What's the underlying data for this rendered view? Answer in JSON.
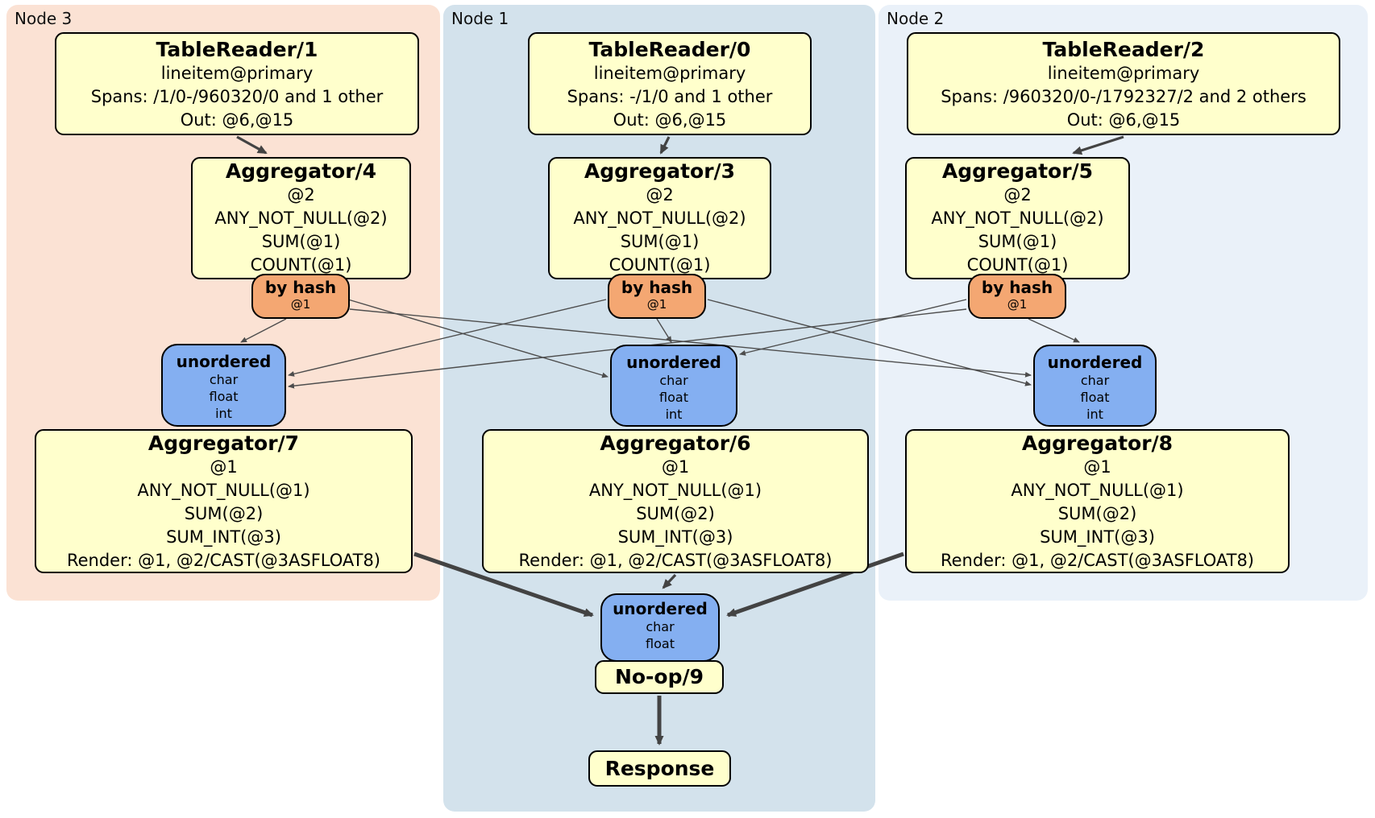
{
  "regions": {
    "node3": {
      "label": "Node 3"
    },
    "node1": {
      "label": "Node 1"
    },
    "node2": {
      "label": "Node 2"
    }
  },
  "colors": {
    "node3_bg": "#fbe2d4",
    "node1_bg": "#d3e2ec",
    "node2_bg": "#eaf1f9",
    "processor_bg": "#ffffcc",
    "router_bg": "#f4a772",
    "sync_bg": "#84aff1",
    "edge": "#434343"
  },
  "boxes": {
    "tr1": {
      "title": "TableReader/1",
      "lines": [
        "lineitem@primary",
        "Spans: /1/0-/960320/0 and 1 other",
        "Out: @6,@15"
      ]
    },
    "tr0": {
      "title": "TableReader/0",
      "lines": [
        "lineitem@primary",
        "Spans: -/1/0 and 1 other",
        "Out: @6,@15"
      ]
    },
    "tr2": {
      "title": "TableReader/2",
      "lines": [
        "lineitem@primary",
        "Spans: /960320/0-/1792327/2 and 2 others",
        "Out: @6,@15"
      ]
    },
    "agg4": {
      "title": "Aggregator/4",
      "lines": [
        "@2",
        "ANY_NOT_NULL(@2)",
        "SUM(@1)",
        "COUNT(@1)"
      ]
    },
    "agg3": {
      "title": "Aggregator/3",
      "lines": [
        "@2",
        "ANY_NOT_NULL(@2)",
        "SUM(@1)",
        "COUNT(@1)"
      ]
    },
    "agg5": {
      "title": "Aggregator/5",
      "lines": [
        "@2",
        "ANY_NOT_NULL(@2)",
        "SUM(@1)",
        "COUNT(@1)"
      ]
    },
    "agg7": {
      "title": "Aggregator/7",
      "lines": [
        "@1",
        "ANY_NOT_NULL(@1)",
        "SUM(@2)",
        "SUM_INT(@3)",
        "Render: @1, @2/CAST(@3ASFLOAT8)"
      ]
    },
    "agg6": {
      "title": "Aggregator/6",
      "lines": [
        "@1",
        "ANY_NOT_NULL(@1)",
        "SUM(@2)",
        "SUM_INT(@3)",
        "Render: @1, @2/CAST(@3ASFLOAT8)"
      ]
    },
    "agg8": {
      "title": "Aggregator/8",
      "lines": [
        "@1",
        "ANY_NOT_NULL(@1)",
        "SUM(@2)",
        "SUM_INT(@3)",
        "Render: @1, @2/CAST(@3ASFLOAT8)"
      ]
    },
    "noop": {
      "title": "No-op/9"
    },
    "response": {
      "title": "Response"
    }
  },
  "routers": {
    "r3": {
      "title": "by hash",
      "detail": "@1"
    },
    "r1": {
      "title": "by hash",
      "detail": "@1"
    },
    "r2": {
      "title": "by hash",
      "detail": "@1"
    }
  },
  "syncs": {
    "u3": {
      "title": "unordered",
      "types": [
        "char",
        "float",
        "int"
      ]
    },
    "u1": {
      "title": "unordered",
      "types": [
        "char",
        "float",
        "int"
      ]
    },
    "u2": {
      "title": "unordered",
      "types": [
        "char",
        "float",
        "int"
      ]
    },
    "ub": {
      "title": "unordered",
      "types": [
        "char",
        "float"
      ]
    }
  }
}
